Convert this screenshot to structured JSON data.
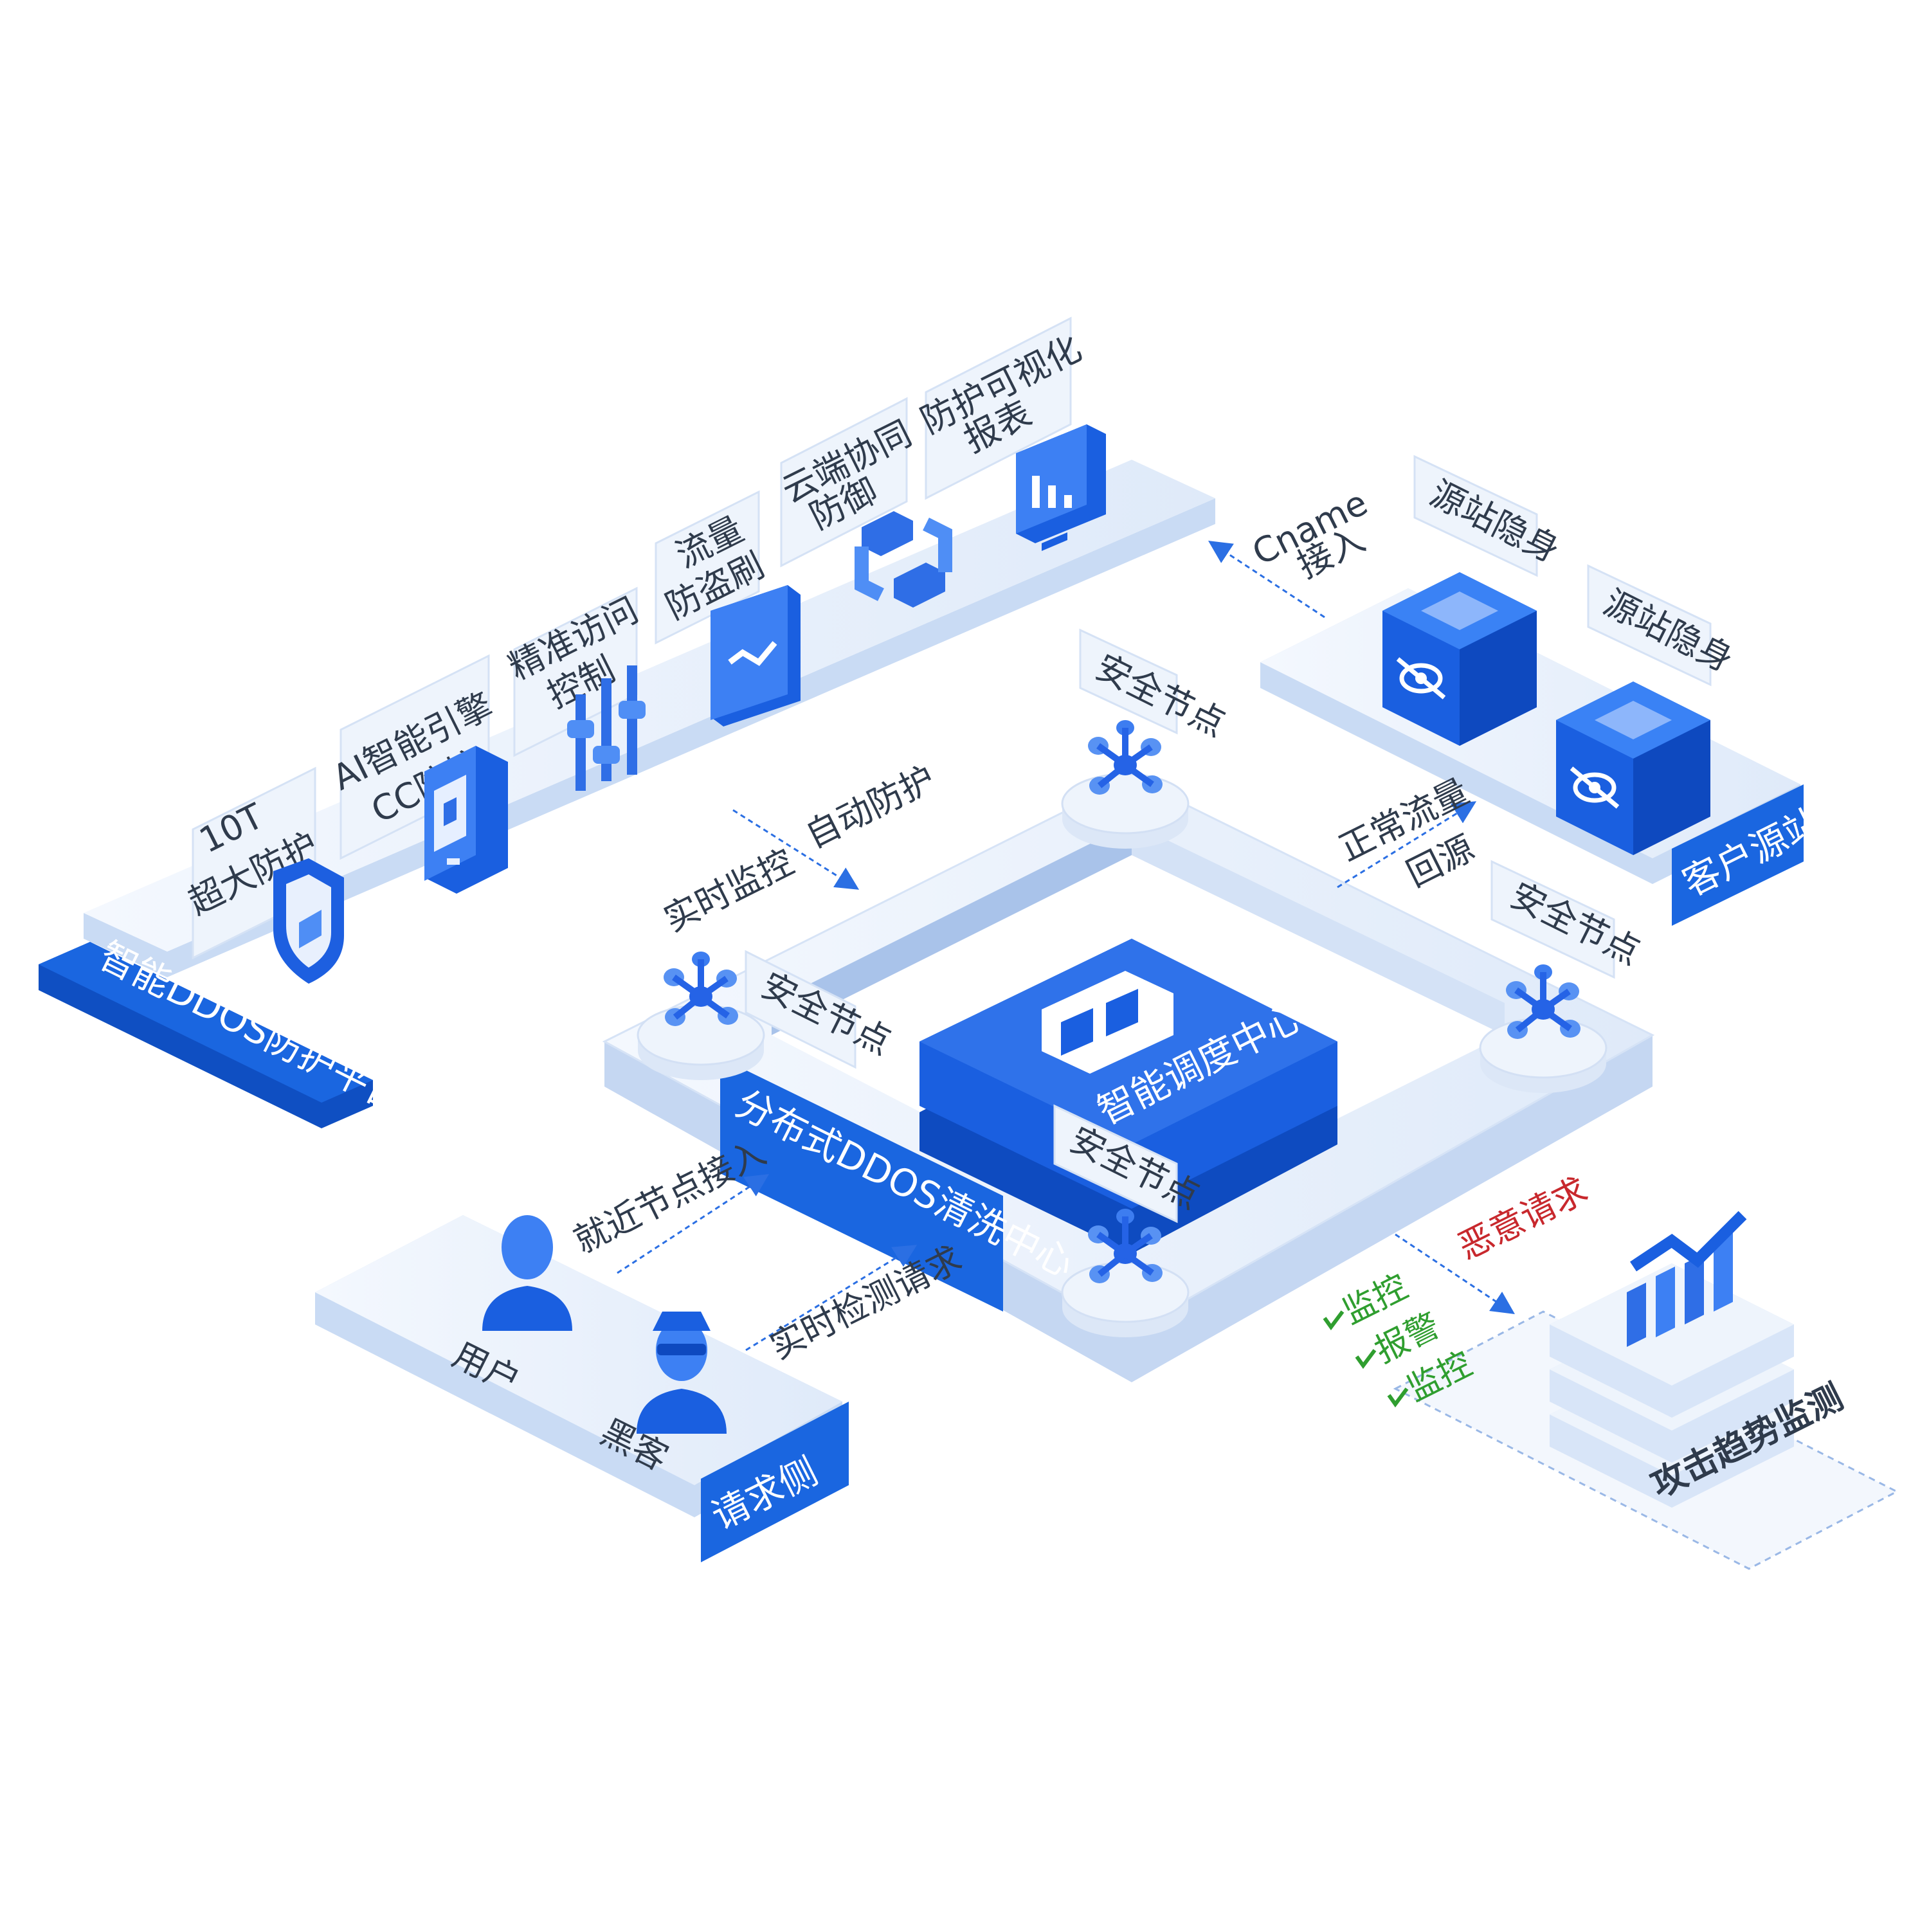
{
  "platform": {
    "title": "智能DDOS防护平台",
    "features": [
      {
        "line1": "10T",
        "line2": "超大防护",
        "icon": "shield-icon"
      },
      {
        "line1": "AI智能引擎",
        "line2": "CC防护",
        "icon": "device-icon"
      },
      {
        "line1": "精准访问",
        "line2": "控制",
        "icon": "sliders-icon"
      },
      {
        "line1": "流量",
        "line2": "防盗刷",
        "icon": "traffic-icon"
      },
      {
        "line1": "云端协同",
        "line2": "防御",
        "icon": "sync-icon"
      },
      {
        "line1": "防护可视化",
        "line2": "报表",
        "icon": "report-icon"
      }
    ]
  },
  "cleaning_center": {
    "title": "分布式DDOS清洗中心",
    "node_label": "安全节点",
    "scheduler": "智能调度中心"
  },
  "origin": {
    "title": "客户源站",
    "hide_label": "源站隐身",
    "cname_line1": "Cname",
    "cname_line2": "接入"
  },
  "request_side": {
    "title": "请求侧",
    "user": "用户",
    "hacker": "黑客"
  },
  "monitor": {
    "title": "攻击趋势监测",
    "malicious": "恶意请求",
    "checks": [
      "监控",
      "报警",
      "监控"
    ]
  },
  "flows": {
    "auto_protect": "自动防护",
    "realtime_monitor": "实时监控",
    "normal_traffic": "正常流量",
    "back_to_origin": "回源",
    "nearest_node": "就近节点接入",
    "realtime_detect": "实时检测请求"
  },
  "colors": {
    "primary": "#1a66e0",
    "primary_dark": "#0f4fc2",
    "platform_light": "#e3edfb",
    "platform_side": "#c6d8f4",
    "label_bg": "#eef4fc",
    "warning_red": "#c8282d",
    "check_green": "#2f9e2f"
  }
}
